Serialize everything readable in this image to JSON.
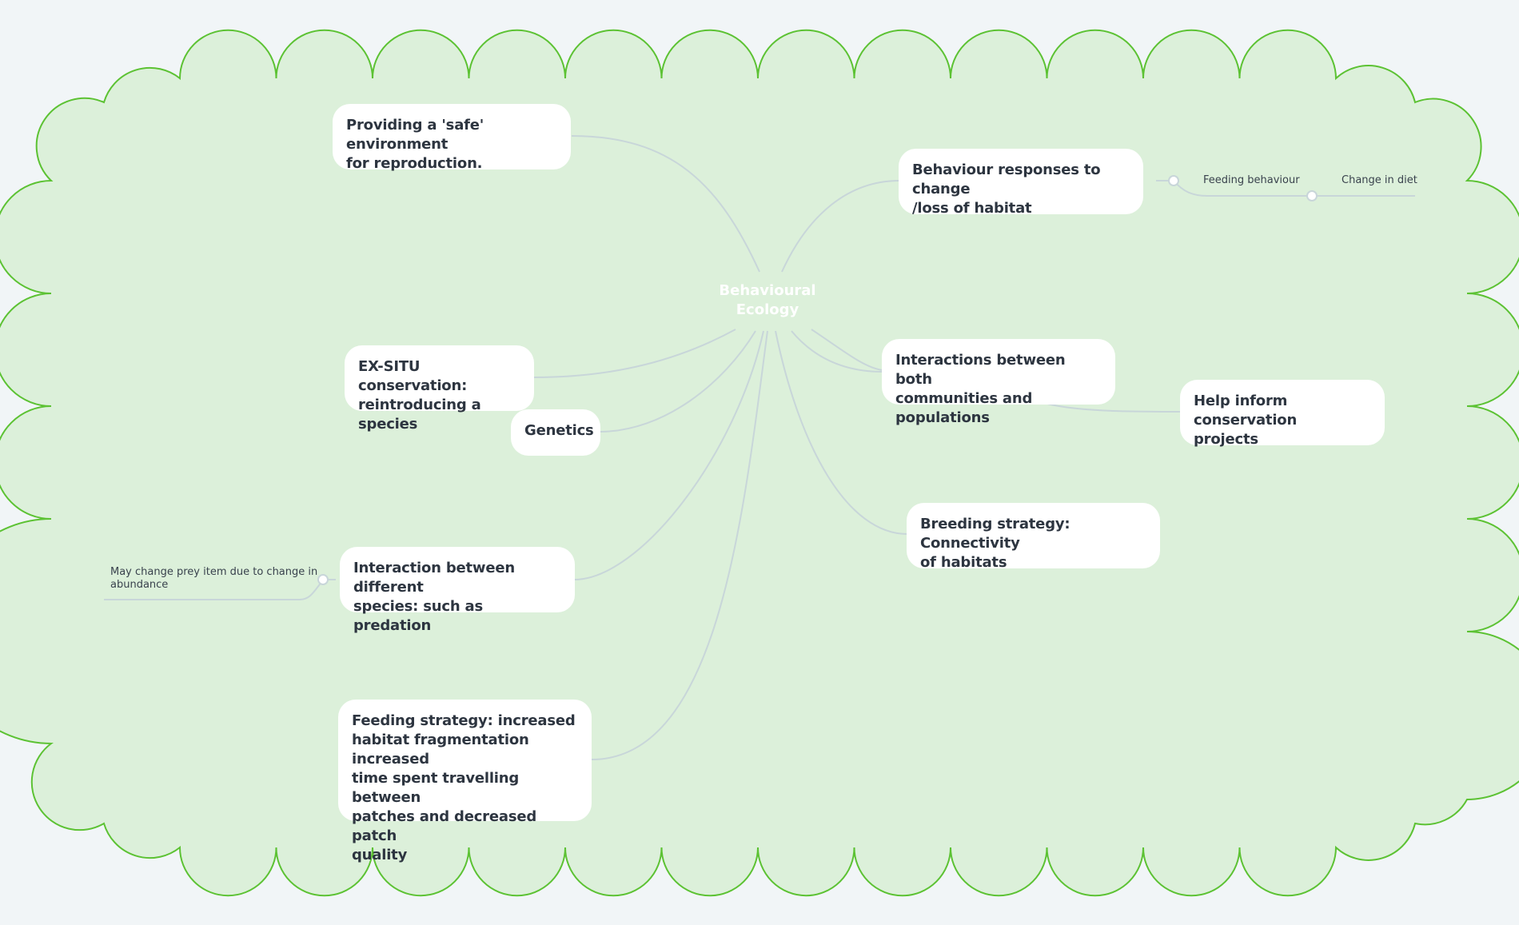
{
  "diagram": {
    "central": "Behavioural\nEcology",
    "nodes": {
      "safe_env": "Providing a 'safe' environment\nfor reproduction.",
      "ex_situ": "EX-SITU conservation:\nreintroducing a species",
      "genetics": "Genetics",
      "interaction_species": "Interaction between different\nspecies: such as predation",
      "feeding_strategy": "Feeding strategy: increased\nhabitat fragmentation increased\ntime spent travelling between\npatches and decreased patch\nquality",
      "behaviour_responses": "Behaviour responses to change\n/loss of habitat",
      "interactions_communities": "Interactions between both\ncommunities and populations",
      "help_inform": "Help inform conservation\nprojects",
      "breeding_strategy": "Breeding strategy: Connectivity\nof habitats"
    },
    "leaves": {
      "feeding_behaviour": "Feeding behaviour",
      "change_in_diet": "Change in diet",
      "prey_change": "May change prey item due to change in\nabundance"
    },
    "colors": {
      "background": "#f1f5f7",
      "cloud_fill": "#dcf0da",
      "cloud_stroke": "#5cc233",
      "connector": "#c8d6d9",
      "node_fill": "#ffffff",
      "node_text": "#2d3540"
    }
  }
}
